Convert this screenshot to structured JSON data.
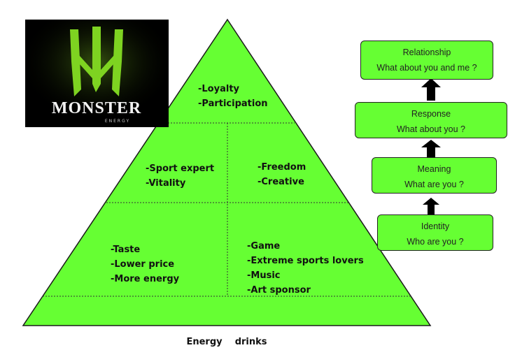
{
  "logo": {
    "wordmark": "MONSTER",
    "subtext": "ENERGY",
    "background": "#000000",
    "claw_color": "#7ed321"
  },
  "pyramid": {
    "fill": "#66ff33",
    "top": [
      "-Loyalty",
      "-Participation"
    ],
    "middle_left": [
      "-Sport expert",
      "-Vitality"
    ],
    "middle_right": [
      "-Freedom",
      "-Creative"
    ],
    "lower_left": [
      "-Taste",
      "-Lower price",
      "-More energy"
    ],
    "lower_right": [
      "-Game",
      "-Extreme sports lovers",
      "-Music",
      "-Art sponsor"
    ],
    "base": "Energy    drinks"
  },
  "ladder": {
    "box_fill": "#66ff33",
    "arrow_color": "#000000",
    "boxes": [
      {
        "title": "Relationship",
        "question": "What about you and me ?"
      },
      {
        "title": "Response",
        "question": "What about you ?"
      },
      {
        "title": "Meaning",
        "question": "What are you ?"
      },
      {
        "title": "Identity",
        "question": "Who are you ?"
      }
    ]
  }
}
